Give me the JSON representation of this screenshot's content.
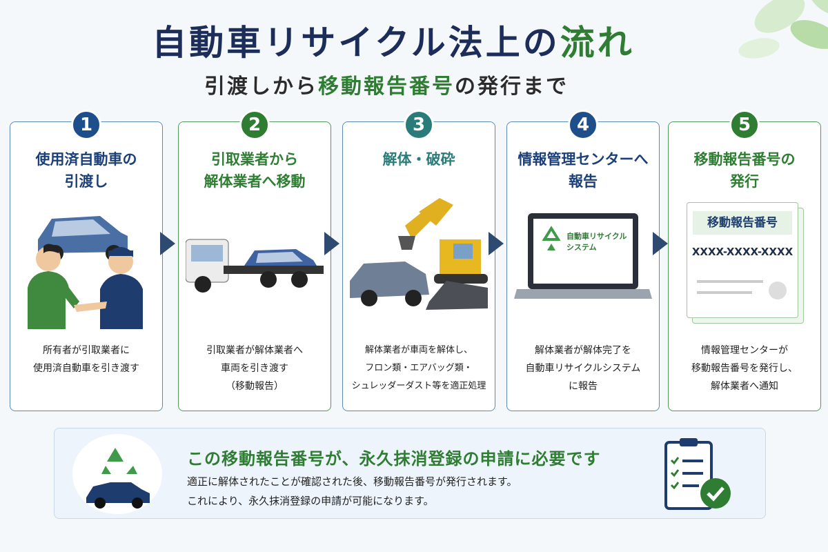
{
  "title": {
    "main": "自動車リサイクル法上の",
    "accent": "流れ"
  },
  "subtitle": {
    "pre": "引渡しから",
    "accent": "移動報告番号",
    "post": "の発行まで"
  },
  "steps": [
    {
      "number": "1",
      "title": "使用済自動車の\n引渡し",
      "desc": "所有者が引取業者に\n使用済自動車を引き渡す"
    },
    {
      "number": "2",
      "title": "引取業者から\n解体業者へ移動",
      "desc": "引取業者が解体業者へ\n車両を引き渡す\n（移動報告）"
    },
    {
      "number": "3",
      "title": "解体・破砕",
      "desc": "解体業者が車両を解体し、\nフロン類・エアバッグ類・\nシュレッダーダスト等を適正処理"
    },
    {
      "number": "4",
      "title": "情報管理センターへ\n報告",
      "desc": "解体業者が解体完了を\n自動車リサイクルシステム\nに報告"
    },
    {
      "number": "5",
      "title": "移動報告番号の\n発行",
      "desc": "情報管理センターが\n移動報告番号を発行し、\n解体業者へ通知"
    }
  ],
  "screen_logo_text": {
    "line1": "自動車リサイクル",
    "line2": "システム"
  },
  "certificate": {
    "heading": "移動報告番号",
    "number": "XXXX-XXXX-XXXX"
  },
  "bottom": {
    "head_pre": "この",
    "head_accent1": "移動報告番号",
    "head_mid": "が、",
    "head_accent2": "永久抹消登録",
    "head_mid2": "の申請に",
    "head_accent3": "必要",
    "head_post": "です",
    "line1": "適正に解体されたことが確認された後、移動報告番号が発行されます。",
    "line2": "これにより、永久抹消登録の申請が可能になります。"
  },
  "colors": {
    "navy": "#1b2d58",
    "green": "#2e7d32",
    "blue": "#1e4f8a",
    "teal": "#2a7c7a"
  }
}
